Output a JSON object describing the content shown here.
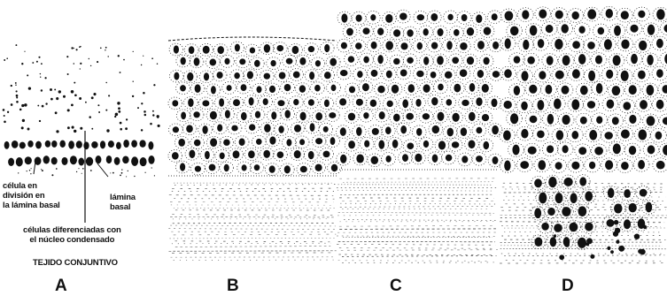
{
  "panels": [
    "A",
    "B",
    "C",
    "D"
  ],
  "labels": {
    "dividing_cell": [
      "célula en",
      "división en",
      "la lámina basal"
    ],
    "basal_lamina": [
      "lámina",
      "basal"
    ],
    "differentiated_cells": [
      "células diferenciadas con",
      "el núcleo condensado"
    ],
    "connective_tissue": "TEJIDO CONJUNTIVO"
  },
  "colors": {
    "ink": "#111111",
    "background": "#ffffff"
  }
}
